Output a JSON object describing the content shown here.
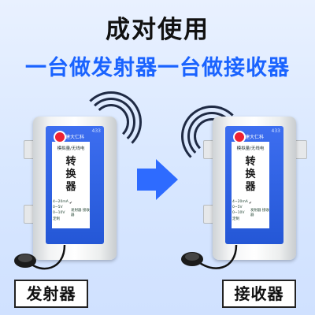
{
  "heading": {
    "title": "成对使用",
    "subtitle": "一台做发射器一台做接收器"
  },
  "devices": [
    {
      "role": "发射器",
      "freq": "433",
      "brand": "建大仁科",
      "type": "模拟量/无线电",
      "name_line1": "转",
      "name_line2": "换",
      "name_line3": "器",
      "specs": [
        "4~20mA",
        "0~5V",
        "0~10V",
        "定制"
      ],
      "checkmark": "✔",
      "check_text": "发射器 接收器"
    },
    {
      "role": "接收器",
      "freq": "433",
      "brand": "建大仁科",
      "type": "模拟量/无线电",
      "name_line1": "转",
      "name_line2": "换",
      "name_line3": "器",
      "specs": [
        "4~20mA",
        "0~5V",
        "0~10V",
        "定制"
      ],
      "checkmark": "✔",
      "check_text": "发射器 接收器"
    }
  ],
  "colors": {
    "accent": "#1a63ff",
    "panel_blue": "#2457d6",
    "arrow_blue": "#2e6bff"
  },
  "icons": {
    "arrow": "right-arrow-icon",
    "signal": "signal-waves-icon",
    "antenna": "antenna-icon",
    "logo": "brand-logo-icon"
  }
}
